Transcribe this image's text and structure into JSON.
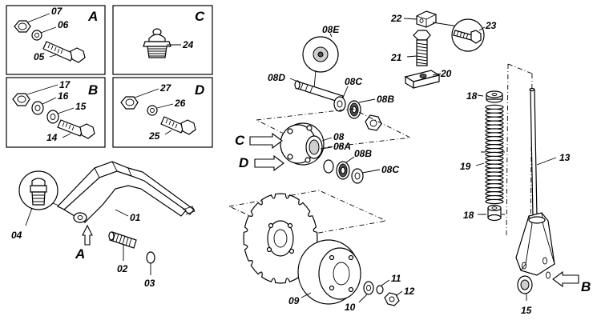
{
  "boxes": {
    "A": {
      "letter": "A",
      "parts": [
        "07",
        "06",
        "05"
      ]
    },
    "B": {
      "letter": "B",
      "parts": [
        "17",
        "16",
        "15",
        "14"
      ]
    },
    "C": {
      "letter": "C",
      "parts": [
        "24"
      ]
    },
    "D": {
      "letter": "D",
      "parts": [
        "27",
        "26",
        "25"
      ]
    }
  },
  "left_assembly": {
    "parts": [
      "04",
      "01",
      "02",
      "03"
    ],
    "pointer": "A"
  },
  "center_assembly": {
    "parts": [
      "08E",
      "08D",
      "08C",
      "08B",
      "08",
      "08A",
      "08B",
      "08C",
      "09",
      "10",
      "11",
      "12"
    ],
    "pointers": [
      "C",
      "D"
    ]
  },
  "top_right": {
    "parts": [
      "22",
      "23",
      "21",
      "20"
    ]
  },
  "right_assembly": {
    "parts": [
      "18",
      "19",
      "18",
      "13",
      "15"
    ],
    "pointer": "B"
  }
}
